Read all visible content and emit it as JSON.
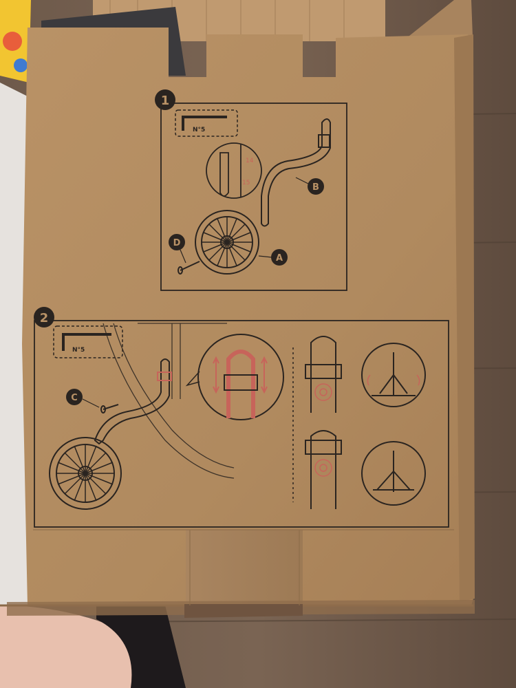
{
  "step1": {
    "number": "1",
    "tool_size": "N°5",
    "callout_a": "A",
    "callout_b": "B",
    "callout_d": "D",
    "bolt_mark_top": "14",
    "bolt_mark_bottom": "15"
  },
  "step2": {
    "number": "2",
    "tool_size": "N°5",
    "callout_c": "C"
  },
  "colors": {
    "cardboard": "#b58d62",
    "ink": "#2a2420",
    "accent_red": "#c7645a",
    "floor": "#6b5646"
  }
}
